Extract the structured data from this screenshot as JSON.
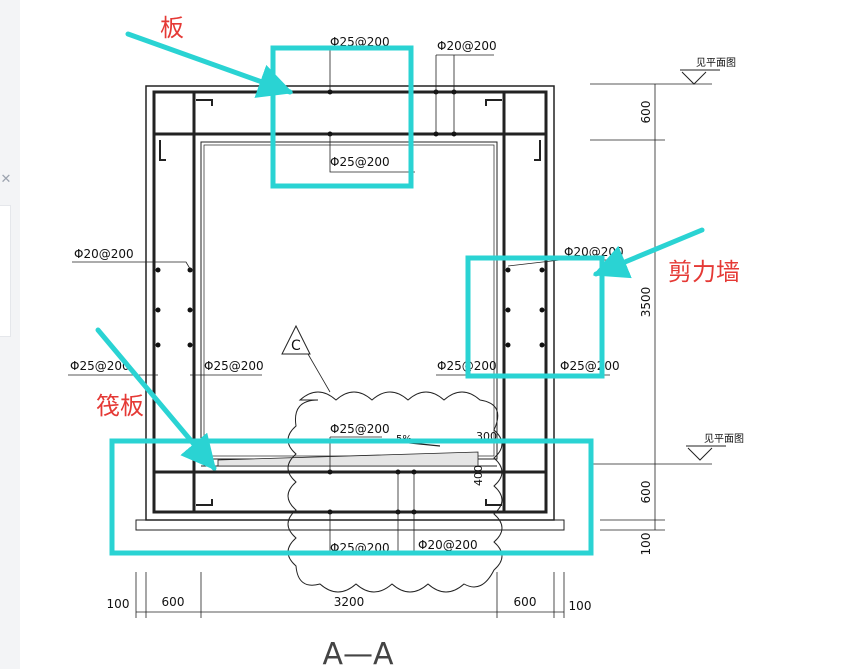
{
  "drawing": {
    "section_title": "A—A",
    "cloud_tag": "C",
    "labels": {
      "top_upper": "Φ25@200",
      "top_lower": "Φ25@200",
      "top_right": "Φ20@200",
      "left_wall_dist": "Φ20@200",
      "right_wall_dist": "Φ20@200",
      "left_wall_main": "Φ25@200",
      "left_inner_main": "Φ25@200",
      "right_inner_main": "Φ25@200",
      "right_wall_main": "Φ25@200",
      "bottom_upper": "Φ25@200",
      "bottom_lower": "Φ25@200",
      "bottom_right": "Φ20@200",
      "slope": "5%",
      "sump_300": "300",
      "sump_400": "400"
    },
    "level_notes": {
      "top": "见平面图",
      "bottom": "见平面图"
    },
    "dims_vertical": [
      "600",
      "3500",
      "600",
      "100"
    ],
    "dims_horizontal": [
      "100",
      "600",
      "3200",
      "600",
      "100"
    ]
  },
  "annotations": [
    {
      "text": "板",
      "color": "#e53935"
    },
    {
      "text": "剪力墙",
      "color": "#e53935"
    },
    {
      "text": "筏板",
      "color": "#e53935"
    }
  ],
  "highlight_color": "#2ad3d3"
}
